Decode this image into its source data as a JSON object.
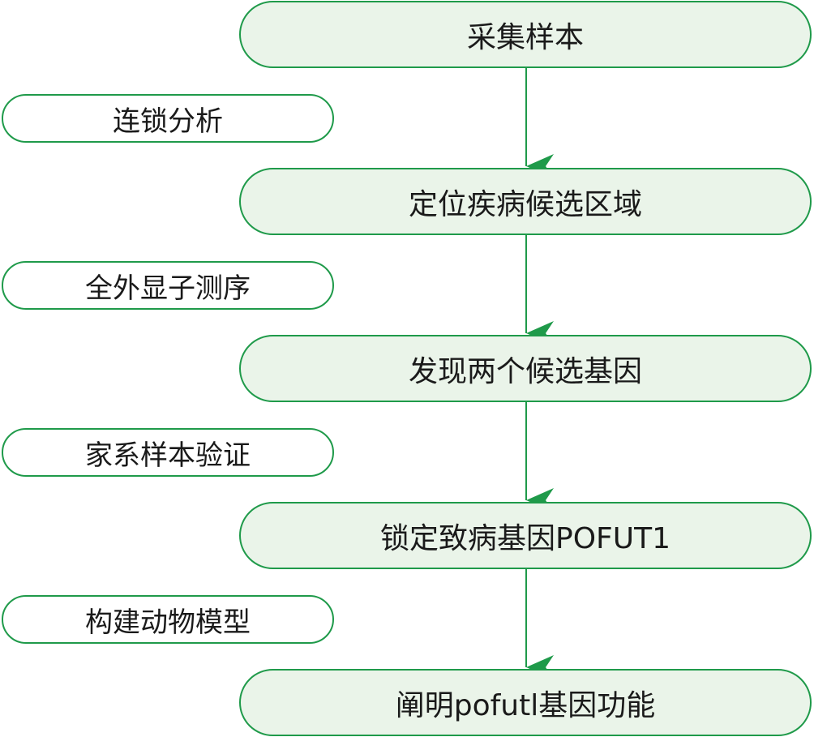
{
  "steps": [
    "采集样本",
    "定位疾病候选区域",
    "发现两个候选基因",
    "锁定致病基因POFUT1",
    "阐明pofutl基因功能"
  ],
  "methods": [
    "连锁分析",
    "全外显子测序",
    "家系样本验证",
    "构建动物模型"
  ],
  "colors": {
    "border": "#1f9a4a",
    "step_fill": "#eaf4e9",
    "method_fill": "#ffffff",
    "arrow": "#1f9a4a"
  }
}
